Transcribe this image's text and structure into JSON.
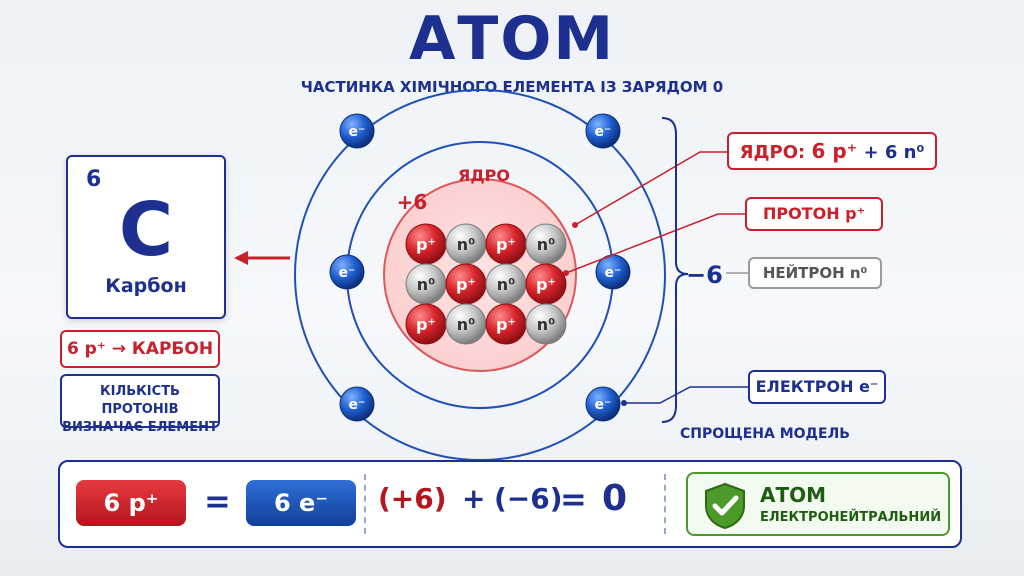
{
  "title": "АТОМ",
  "subtitle": "ЧАСТИНКА ХІМІЧНОГО ЕЛЕМЕНТА ІЗ ЗАРЯДОМ 0",
  "element": {
    "number": "6",
    "symbol": "C",
    "name": "Карбон"
  },
  "carbon_rule": "6 p⁺ → КАРБОН",
  "element_note": [
    "КІЛЬКІСТЬ ПРОТОНІВ",
    "ВИЗНАЧАЄ ЕЛЕМЕНТ"
  ],
  "diagram": {
    "nucleus_label": "ЯДРО",
    "nucleus_charge": "+6",
    "electron_symbol": "e⁻",
    "proton_symbol": "p⁺",
    "neutron_symbol": "n⁰",
    "nucleus_grid": [
      [
        "p",
        "n",
        "p",
        "n"
      ],
      [
        "n",
        "p",
        "n",
        "p"
      ],
      [
        "p",
        "n",
        "p",
        "n"
      ]
    ],
    "total_electron_charge": "−6",
    "model_note": "СПРОЩЕНА МОДЕЛЬ"
  },
  "labels": {
    "nucleus": {
      "prefix": "ЯДРО:",
      "value": "6 p⁺",
      "rest": "+ 6 n⁰"
    },
    "proton": "ПРОТОН p⁺",
    "neutron": "НЕЙТРОН n⁰",
    "electron": "ЕЛЕКТРОН e⁻"
  },
  "equation": {
    "protons": "6 p⁺",
    "equals": "=",
    "electrons": "6 e⁻",
    "positive": "(+6)",
    "plus": "+",
    "negative": "(−6)",
    "result": "0",
    "conclusion_title": "АТОМ",
    "conclusion_sub": "ЕЛЕКТРОНЕЙТРАЛЬНИЙ"
  },
  "colors": {
    "navy": "#1d2f8f",
    "red": "#c9202b",
    "blue_electron": "#1f5fcf",
    "green": "#4c9a2a",
    "neutron_gray": "#bdbdbd"
  }
}
